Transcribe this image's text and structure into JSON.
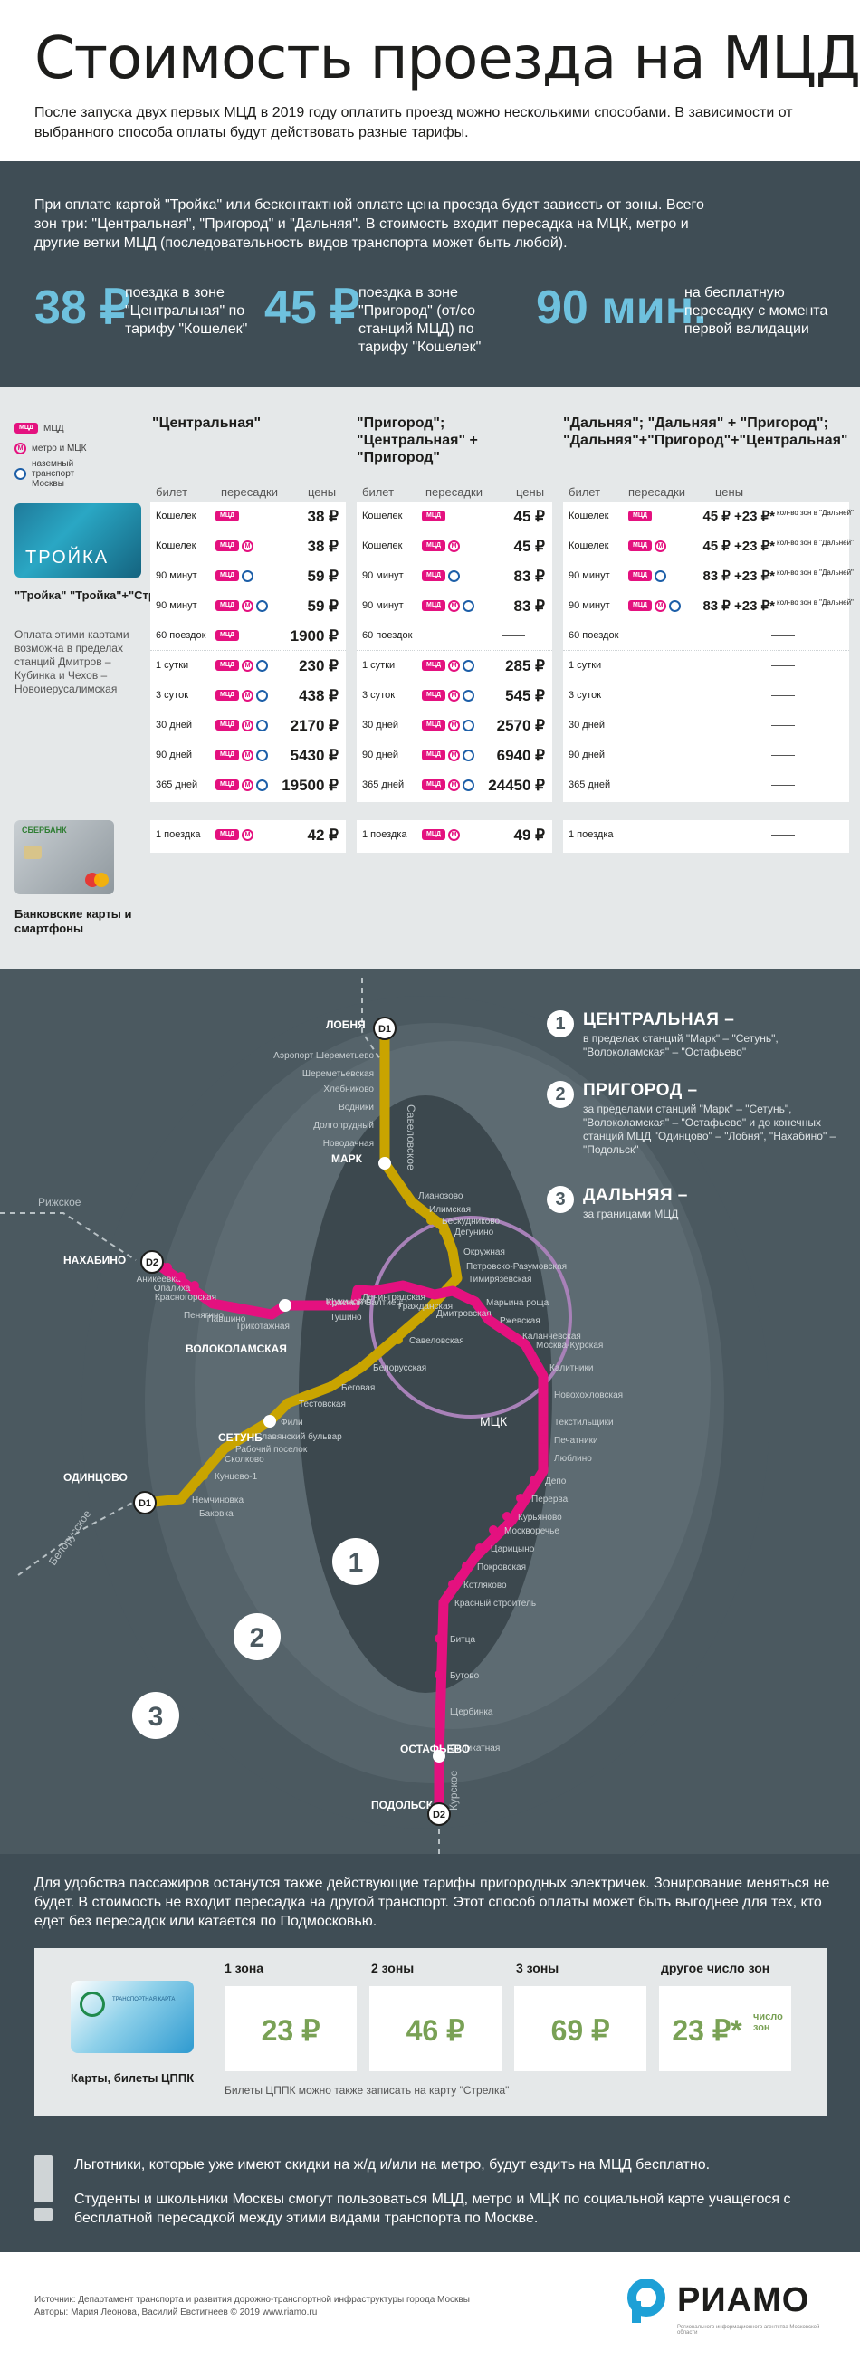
{
  "header": {
    "title": "Стоимость проезда на МЦД",
    "intro": "После запуска двух первых МЦД в 2019 году оплатить проезд можно несколькими способами. В зависимости от выбранного способа оплаты будут действовать разные тарифы."
  },
  "zones_intro": {
    "text": "При оплате картой \"Тройка\" или бесконтактной оплате цена проезда будет зависеть от зоны. Всего зон три: \"Центральная\", \"Пригород\" и \"Дальняя\". В стоимость входит пересадка на МЦК, метро и другие ветки МЦД (последовательность видов транспорта может быть любой).",
    "stats": [
      {
        "value": "38 ₽",
        "note": "поездка в зоне \"Центральная\" по тарифу \"Кошелек\""
      },
      {
        "value": "45 ₽",
        "note": "поездка в зоне \"Пригород\" (от/со станций МЦД) по тарифу \"Кошелек\""
      },
      {
        "value": "90 мин.",
        "note": "на бесплатную пересадку с момента первой валидации"
      }
    ]
  },
  "tariffs": {
    "legend": [
      "МЦД",
      "метро и МЦК",
      "наземный транспорт Москвы"
    ],
    "columns": [
      "\"Центральная\"",
      "\"Пригород\"; \"Центральная\" + \"Пригород\"",
      "\"Дальняя\"; \"Дальняя\" + \"Пригород\"; \"Дальняя\"+\"Пригород\"+\"Центральная\""
    ],
    "col_headers": [
      "билет",
      "пересадки",
      "цены"
    ],
    "troika_caption": "\"Тройка\" \"Тройка\"+\"Стрелка\"",
    "troika_word": "ТРОЙКА",
    "troika_note": "Оплата этими картами возможна в пределах станций Дмитров – Кубинка и Чехов – Новоиерусалимская",
    "bank_brand": "СБЕРБАНК",
    "bank_caption": "Банковские карты и смартфоны",
    "plus_zone_note": "кол-во зон в \"Дальней\"",
    "tickets": [
      "Кошелек",
      "Кошелек",
      "90 минут",
      "90 минут",
      "60 поездок",
      "1 сутки",
      "3 суток",
      "30 дней",
      "90 дней",
      "365 дней"
    ],
    "central": [
      "38 ₽",
      "38 ₽",
      "59 ₽",
      "59 ₽",
      "1900 ₽",
      "230 ₽",
      "438 ₽",
      "2170 ₽",
      "5430 ₽",
      "19500 ₽"
    ],
    "suburb": [
      "45 ₽",
      "45 ₽",
      "83 ₽",
      "83 ₽",
      "",
      "285 ₽",
      "545 ₽",
      "2570 ₽",
      "6940 ₽",
      "24450 ₽"
    ],
    "far": [
      "45 ₽ +23 ₽*",
      "45 ₽ +23 ₽*",
      "83 ₽ +23 ₽*",
      "83 ₽ +23 ₽*",
      "",
      "",
      "",
      "",
      "",
      ""
    ],
    "bank_ticket": "1 поездка",
    "bank_central": "42 ₽",
    "bank_suburb": "49 ₽"
  },
  "map": {
    "zone_legend": [
      {
        "num": "1",
        "title": "ЦЕНТРАЛЬНАЯ –",
        "desc": "в пределах станций \"Марк\" – \"Сетунь\", \"Волоколамская\" – \"Остафьево\""
      },
      {
        "num": "2",
        "title": "ПРИГОРОД –",
        "desc": "за пределами станций \"Марк\" – \"Сетунь\", \"Волоколамская\" – \"Остафьево\" и до конечных станций МЦД \"Одинцово\" – \"Лобня\", \"Нахабино\" – \"Подольск\""
      },
      {
        "num": "3",
        "title": "ДАЛЬНЯЯ –",
        "desc": "за границами МЦД"
      }
    ],
    "zone_numbers": [
      "1",
      "2",
      "3"
    ],
    "direction_labels": [
      "Савеловское",
      "Рижское",
      "Белорусское",
      "Курское"
    ],
    "line_badges": [
      "D1",
      "D2",
      "D1",
      "D2"
    ],
    "mck_label": "МЦК",
    "key_stations": [
      "ЛОБНЯ",
      "МАРК",
      "НАХАБИНО",
      "ВОЛОКОЛАМСКАЯ",
      "СЕТУНЬ",
      "ОДИНЦОВО",
      "ОСТАФЬЕВО",
      "ПОДОЛЬСК"
    ],
    "d1_north": [
      "Аэропорт Шереметьево",
      "Шереметьевская",
      "Хлебниково",
      "Водники",
      "Долгопрудный",
      "Новодачная",
      "Лианозово",
      "Илимская",
      "Бескудниково",
      "Дегунино",
      "Окружная",
      "Петровско-Разумовская",
      "Тимирязевская",
      "Дмитровская",
      "Савеловская",
      "Белорусская",
      "Беговая",
      "Тестовская",
      "Фили",
      "Славянский бульвар",
      "Рабочий поселок",
      "Кунцево-1",
      "Немчиновка",
      "Сколково",
      "Баковка"
    ],
    "d2_west": [
      "Аникеевка",
      "Опалиха",
      "Красногорская",
      "Пенягино",
      "Павшино",
      "Трикотажная",
      "Тушино",
      "Щукинская",
      "Красный Балтиец",
      "Ленинградская",
      "Гражданская",
      "Марьина роща",
      "Ржевская",
      "Каланчевская",
      "Москва-Курская",
      "Калитники",
      "Новохохловская",
      "Текстильщики",
      "Печатники",
      "Люблино",
      "Депо",
      "Перерва",
      "Курьяново",
      "Москворечье",
      "Царицыно",
      "Покровская",
      "Котляково",
      "Красный строитель",
      "Битца",
      "Бутово",
      "Щербинка",
      "Силикатная"
    ]
  },
  "suburban": {
    "text": "Для удобства пассажиров останутся также действующие тарифы пригородных электричек. Зонирование меняться не будет. В стоимость не входит пересадка на другой транспорт. Этот способ оплаты может быть выгоднее для тех, кто едет без пересадок или катается по Подмосковью.",
    "card_text": "ТРАНСПОРТНАЯ КАРТА",
    "card_caption": "Карты, билеты ЦППК",
    "zones": [
      {
        "head": "1 зона",
        "price": "23 ₽",
        "note": ""
      },
      {
        "head": "2 зоны",
        "price": "46 ₽",
        "note": ""
      },
      {
        "head": "3 зоны",
        "price": "69 ₽",
        "note": ""
      },
      {
        "head": "другое число зон",
        "price": "23 ₽*",
        "note": "число зон"
      }
    ],
    "strelka_note": "Билеты ЦППК можно также записать на карту \"Стрелка\""
  },
  "note": {
    "line1": "Льготники, которые уже имеют скидки на ж/д и/или на метро, будут ездить на МЦД бесплатно.",
    "line2": "Студенты и школьники Москвы смогут пользоваться МЦД, метро и МЦК по социальной карте учащегося с бесплатной пересадкой между этими видами транспорта по Москве."
  },
  "footer": {
    "source": "Источник: Департамент транспорта и развития дорожно-транспортной инфраструктуры города Москвы",
    "authors": "Авторы: Мария Леонова, Василий Евстигнеев   © 2019   www.riamo.ru",
    "brand": "РИАМО",
    "brand_sub": "Регионального информационного агентства Московской области"
  },
  "colors": {
    "mcd_magenta": "#e4117f",
    "mcd_gold": "#c9a400",
    "accent_blue": "#6ec1de",
    "price_green": "#79a155",
    "dark_bg": "#3f4d55"
  }
}
